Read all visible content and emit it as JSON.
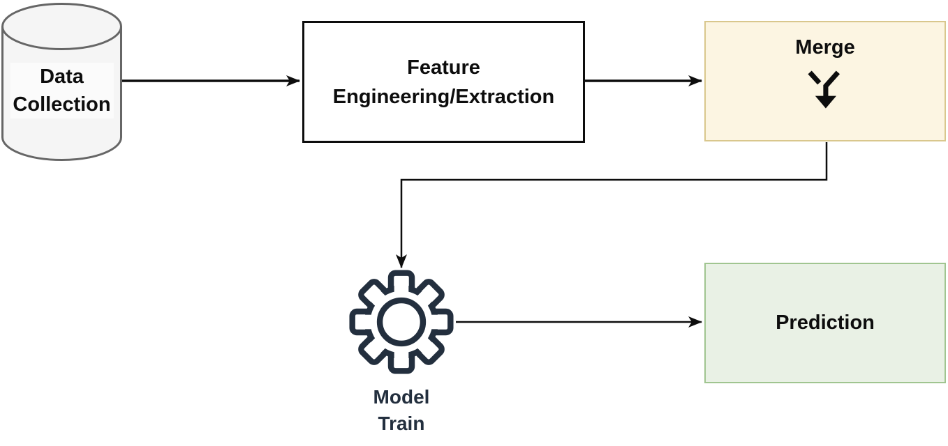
{
  "diagram": {
    "description": "Machine learning pipeline flowchart",
    "colors": {
      "background": "#ffffff",
      "edge": "#0d0d0d",
      "cylinder_fill": "#f5f5f5",
      "cylinder_stroke": "#666666",
      "feature_fill": "#ffffff",
      "feature_stroke": "#0d0d0d",
      "merge_fill": "#fcf5e2",
      "merge_stroke": "#d9c78d",
      "prediction_fill": "#e9f1e5",
      "prediction_stroke": "#a0c590",
      "icon_navy": "#232f3e"
    }
  },
  "nodes": {
    "data_collection": {
      "line1": "Data",
      "line2": "Collection",
      "shape": "database-cylinder"
    },
    "feature_engineering": {
      "line1": "Feature",
      "line2": "Engineering/Extraction",
      "shape": "rectangle"
    },
    "merge": {
      "label": "Merge",
      "icon": "merge-arrow-icon",
      "shape": "rectangle"
    },
    "model_train": {
      "line1": "Model",
      "line2": "Train",
      "icon": "gear-icon"
    },
    "prediction": {
      "label": "Prediction",
      "shape": "rectangle"
    }
  },
  "edges": [
    {
      "from": "data_collection",
      "to": "feature_engineering"
    },
    {
      "from": "feature_engineering",
      "to": "merge"
    },
    {
      "from": "merge",
      "to": "model_train"
    },
    {
      "from": "model_train",
      "to": "prediction"
    }
  ]
}
